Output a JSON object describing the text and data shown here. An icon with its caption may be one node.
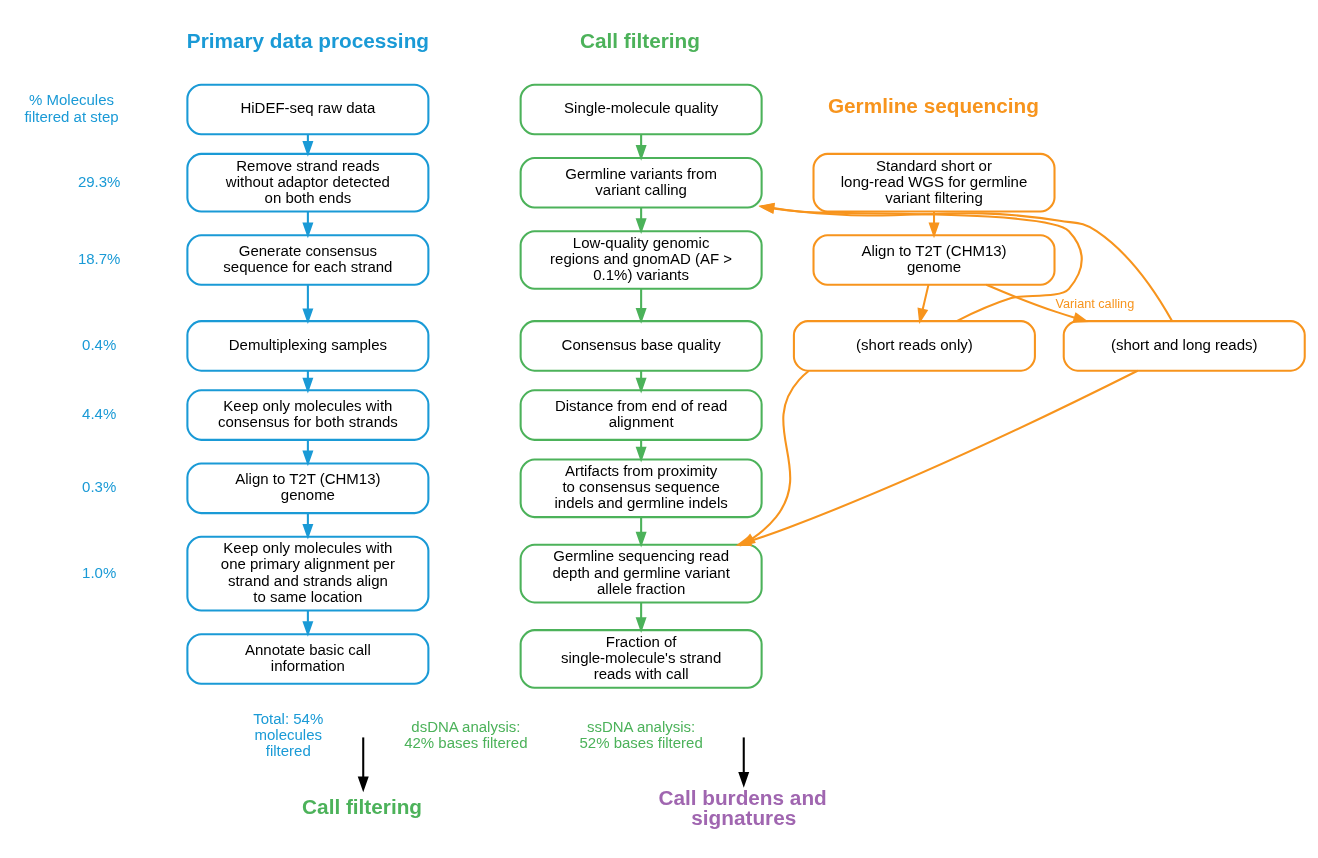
{
  "diagram": {
    "nodes": [
      {
        "text": [
          "HiDEF-seq raw data"
        ]
      },
      {
        "text": [
          "Remove strand reads without adaptor detected on both ends"
        ]
      },
      {
        "text": [
          "Generate consensus sequence for each strand"
        ]
      },
      {
        "text": [
          "Demultiplexing samples"
        ]
      },
      {
        "text": [
          "Keep only molecules with consensus for both strands"
        ]
      },
      {
        "text": [
          "Align to T2T (CHM13) genome"
        ]
      },
      {
        "text": [
          "Keep only molecules with one primary alignment per strand and strands align to same location"
        ]
      },
      {
        "text": [
          "Annotate basic call information"
        ]
      },
      {
        "text": [
          "Call filtering"
        ]
      },
      {
        "text": [
          "Single-molecule quality"
        ]
      },
      {
        "text": [
          "Germline variants from variant calling"
        ]
      },
      {
        "text": [
          "Low-quality genomic regions and gnomAD (AF > 0.1%) variants"
        ]
      },
      {
        "text": [
          "Consensus base quality"
        ]
      },
      {
        "text": [
          "Distance from end of read alignment"
        ]
      },
      {
        "text": [
          "Artifacts from proximity to consensus sequence indels and germline indels"
        ]
      },
      {
        "text": [
          "Germline sequencing read depth and germline variant allele fraction"
        ]
      },
      {
        "text": [
          "Fraction of single-molecule's strand reads with call"
        ]
      },
      {
        "text": [
          "Call burdens and signatures"
        ]
      },
      {
        "text": [
          "Standard short or long-read WGS for germline variant filtering"
        ]
      },
      {
        "text": [
          "Align to T2T (CHM13) genome"
        ]
      },
      {
        "text": [
          "(short reads only)"
        ]
      },
      {
        "text": [
          "(short and long reads)"
        ]
      }
    ],
    "edges": [
      {
        "from": 0,
        "to": 1,
        "arrow": "to",
        "color": "#1a9ad6"
      },
      {
        "from": 1,
        "to": 2,
        "arrow": "to",
        "color": "#1a9ad6"
      },
      {
        "from": 2,
        "to": 3,
        "arrow": "to",
        "color": "#1a9ad6"
      },
      {
        "from": 3,
        "to": 4,
        "arrow": "to",
        "color": "#1a9ad6"
      },
      {
        "from": 4,
        "to": 5,
        "arrow": "to",
        "color": "#1a9ad6"
      },
      {
        "from": 5,
        "to": 6,
        "arrow": "to",
        "color": "#1a9ad6"
      },
      {
        "from": 6,
        "to": 7,
        "arrow": "to",
        "color": "#1a9ad6"
      },
      {
        "from": null,
        "to": 8,
        "arrow": "to",
        "color": "#000000"
      },
      {
        "from": 9,
        "to": 10,
        "arrow": "to",
        "color": "#4cb25a"
      },
      {
        "from": 10,
        "to": 11,
        "arrow": "to",
        "color": "#4cb25a"
      },
      {
        "from": 11,
        "to": 12,
        "arrow": "to",
        "color": "#4cb25a"
      },
      {
        "from": 12,
        "to": 13,
        "arrow": "to",
        "color": "#4cb25a"
      },
      {
        "from": 13,
        "to": 14,
        "arrow": "to",
        "color": "#4cb25a"
      },
      {
        "from": 14,
        "to": 15,
        "arrow": "to",
        "color": "#4cb25a"
      },
      {
        "from": 15,
        "to": 16,
        "arrow": "to",
        "color": "#4cb25a"
      },
      {
        "from": null,
        "to": 17,
        "arrow": "to",
        "color": "#000000"
      },
      {
        "from": 18,
        "to": 19,
        "arrow": "to",
        "color": "#f7941d"
      },
      {
        "from": 19,
        "to": 20,
        "arrow": "to",
        "color": "#f7941d"
      },
      {
        "from": 19,
        "to": 21,
        "arrow": "to",
        "color": "#f7941d",
        "label": "Variant calling"
      },
      {
        "from": 20,
        "to": 10,
        "arrow": "to",
        "color": "#f7941d"
      },
      {
        "from": 21,
        "to": 10,
        "arrow": "to",
        "color": "#f7941d"
      },
      {
        "from": 20,
        "to": 15,
        "arrow": "to",
        "color": "#f7941d"
      },
      {
        "from": 21,
        "to": 15,
        "arrow": "to",
        "color": "#f7941d"
      }
    ],
    "labels": [
      "Primary data processing",
      "Call filtering",
      "% Molecules filtered at step",
      "Germline sequencing",
      "29.3%",
      "18.7%",
      "0.4%",
      "4.4%",
      "0.3%",
      "1.0%",
      "Total: 54% molecules filtered",
      "dsDNA analysis: 42% bases filtered",
      "ssDNA analysis: 52% bases filtered"
    ]
  }
}
